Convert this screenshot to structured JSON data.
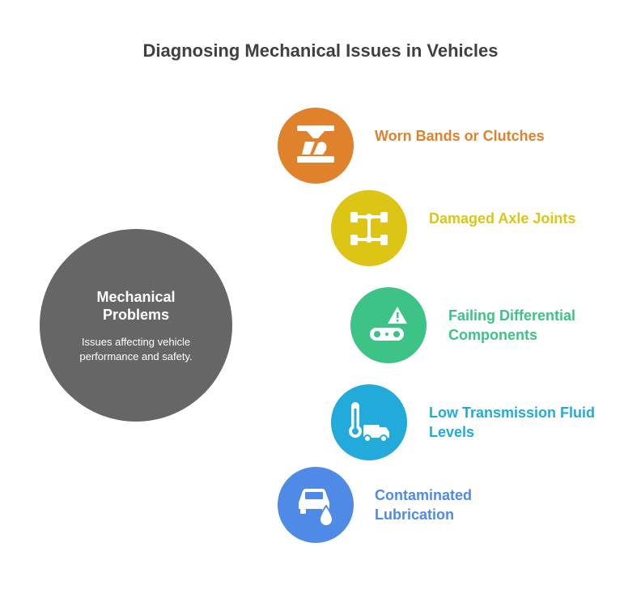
{
  "title": "Diagnosing Mechanical Issues in Vehicles",
  "hub": {
    "title": "Mechanical Problems",
    "description": "Issues affecting vehicle performance and safety."
  },
  "items": [
    {
      "label": "Worn Bands or Clutches",
      "color": "#E0822C",
      "icon": "brake-band-icon"
    },
    {
      "label": "Damaged Axle Joints",
      "color": "#DCC514",
      "icon": "axle-chassis-icon"
    },
    {
      "label": "Failing Differential Components",
      "color": "#3CC385",
      "icon": "warning-gear-belt-icon"
    },
    {
      "label": "Low Transmission Fluid Levels",
      "color": "#21AADA",
      "icon": "thermometer-truck-icon"
    },
    {
      "label": "Contaminated Lubrication",
      "color": "#4E8AE6",
      "icon": "car-oil-drop-icon"
    }
  ]
}
